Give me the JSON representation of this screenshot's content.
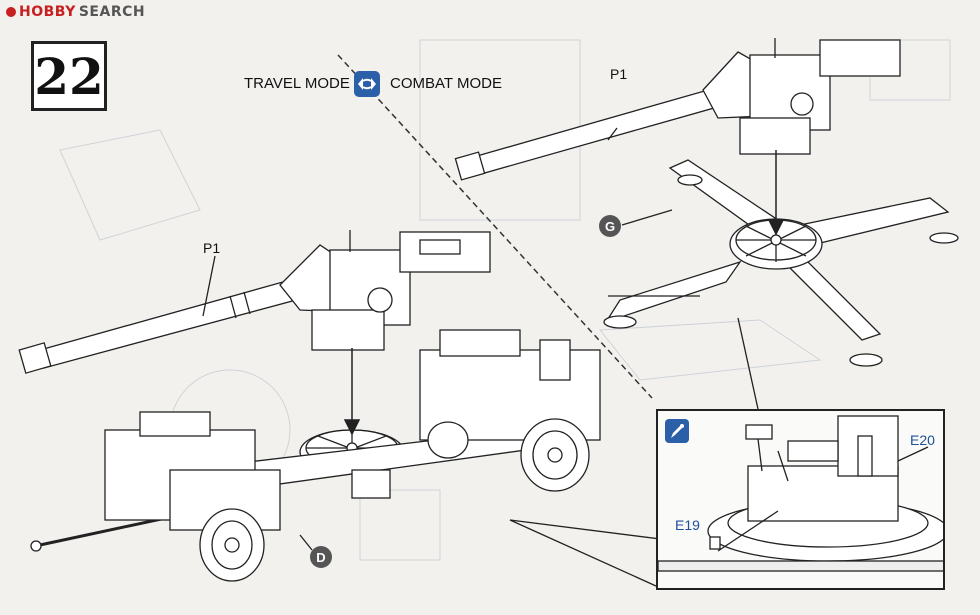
{
  "watermark": {
    "brand": "HOBBY",
    "suffix": "SEARCH"
  },
  "step": {
    "number": "22"
  },
  "modes": {
    "travel": "TRAVEL MODE",
    "combat": "COMBAT MODE"
  },
  "icons": {
    "swap": "swap-arrows-icon",
    "detail": "pencil-detail-icon"
  },
  "callouts": {
    "barrel_left": "P1",
    "barrel_right": "P1",
    "part_g": "G",
    "part_d": "D",
    "part_e19": "E19",
    "part_e20": "E20"
  },
  "colors": {
    "accent_blue": "#2b5fa8",
    "badge_gray": "#555555",
    "line": "#222222"
  }
}
